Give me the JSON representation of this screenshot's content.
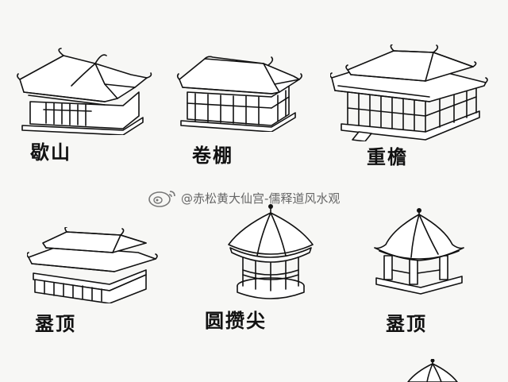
{
  "labels": {
    "xieshan": "歇山",
    "juanpeng": "卷棚",
    "chongyan": "重檐",
    "luding_left": "盝顶",
    "yuan_cuanjian": "圆攒尖",
    "luding_right": "盝顶"
  },
  "watermark": {
    "icon": "weibo-icon",
    "text": "@赤松黄大仙宫-儒释道风水观"
  },
  "colors": {
    "ink": "#111111",
    "paper": "#f7f7f5",
    "watermark": "#666666"
  }
}
